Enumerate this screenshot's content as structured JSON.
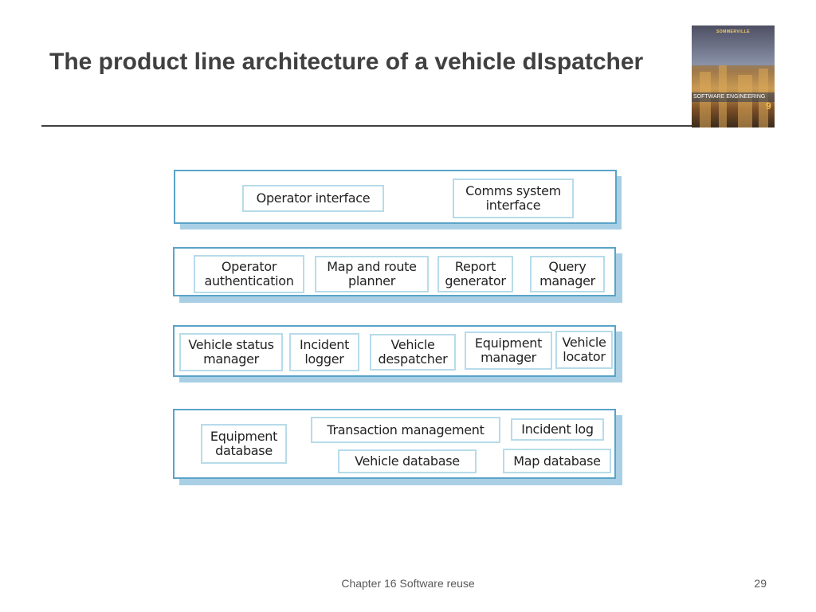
{
  "slide": {
    "title": "The product line architecture of a vehicle dIspatcher",
    "footer": "Chapter 16 Software reuse",
    "page_number": "29"
  },
  "book_cover": {
    "author": "SOMMERVILLE",
    "title": "SOFTWARE ENGINEERING",
    "edition": "9"
  },
  "diagram": {
    "layers": [
      {
        "components": [
          "Operator interface",
          "Comms system\ninterface"
        ]
      },
      {
        "components": [
          "Operator\nauthentication",
          "Map and route\nplanner",
          "Report\ngenerator",
          "Query\nmanager"
        ]
      },
      {
        "components": [
          "Vehicle status\nmanager",
          "Incident\nlogger",
          "Vehicle\ndespatcher",
          "Equipment\nmanager",
          "Vehicle\nlocator"
        ]
      },
      {
        "components": [
          "Equipment\ndatabase",
          "Transaction management",
          "Incident log",
          "Vehicle database",
          "Map database"
        ]
      }
    ],
    "colors": {
      "layer_border": "#5aa3c8",
      "layer_shadow": "#a9cfe4",
      "component_border": "#b7dbea"
    }
  }
}
